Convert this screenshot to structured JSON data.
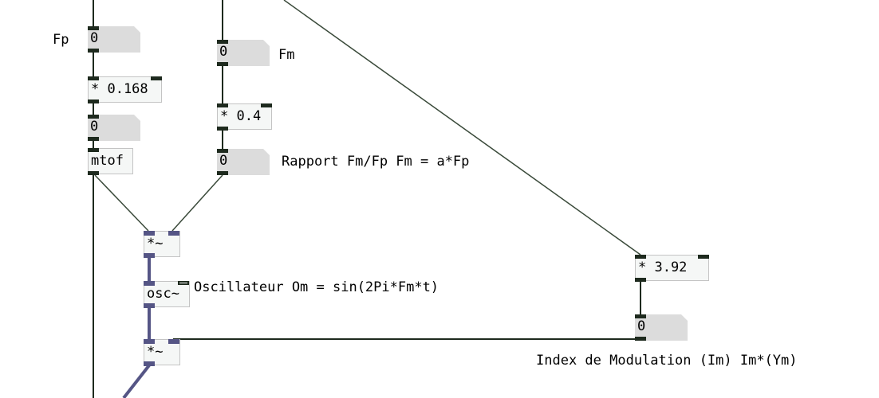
{
  "labels": {
    "fp": "Fp",
    "fm": "Fm",
    "rapport": "Rapport Fm/Fp Fm = a*Fp",
    "osc": "Oscillateur Om = sin(2Pi*Fm*t)",
    "index": "Index de Modulation (Im) Im*(Ym)"
  },
  "objects": {
    "mul_fp": "* 0.168",
    "mtof": "mtof",
    "mul_fm": "* 0.4",
    "mul_sig1": "*~",
    "osc": "osc~",
    "mul_sig2": "*~",
    "mul_index": "* 3.92"
  },
  "numbers": {
    "fp": "0",
    "fp_mul": "0",
    "fm": "0",
    "rapport": "0",
    "index": "0"
  },
  "colors": {
    "control_wire": "#1e2a1e",
    "signal_wire": "#555585"
  }
}
